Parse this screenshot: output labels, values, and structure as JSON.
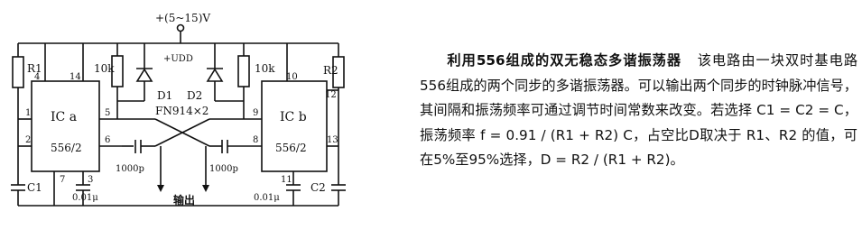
{
  "diagram": {
    "supply_label": "+(5~15)V",
    "vdd_label": "+UDD",
    "d1_label": "D1",
    "d2_label": "D2",
    "diode_type": "FN914×2",
    "r1_label": "R1",
    "r2_label": "R2",
    "r10k_left": "10k",
    "r10k_right": "10k",
    "ic_a_name": "IC a",
    "ic_a_part": "556/2",
    "ic_b_name": "IC b",
    "ic_b_part": "556/2",
    "cap_c1_label": "1000p",
    "cap_c2_label": "1000p",
    "c1_label": "C1",
    "c2_label": "C2",
    "cap_ctrl_left": "0.01μ",
    "cap_ctrl_right": "0.01μ",
    "output_label": "输出",
    "pins": {
      "p4": "4",
      "p14": "14",
      "p1": "1",
      "p2": "2",
      "p5": "5",
      "p6": "6",
      "p7": "7",
      "p3": "3",
      "p10": "10",
      "p12": "12",
      "p9": "9",
      "p8": "8",
      "p13": "13",
      "p11": "11"
    }
  },
  "description": {
    "title": "利用556组成的双无稳态多谐振荡器",
    "body": "该电路由一块双时基电路556组成的两个同步的多谐振荡器。可以输出两个同步的时钟脉冲信号，其间隔和振荡频率可通过调节时间常数来改变。若选择 C1 = C2 = C，振荡频率 f = 0.91 / (R1 + R2) C，占空比D取决于 R1、R2 的值，可在5%至95%选择，D = R2 / (R1 + R2)。"
  }
}
